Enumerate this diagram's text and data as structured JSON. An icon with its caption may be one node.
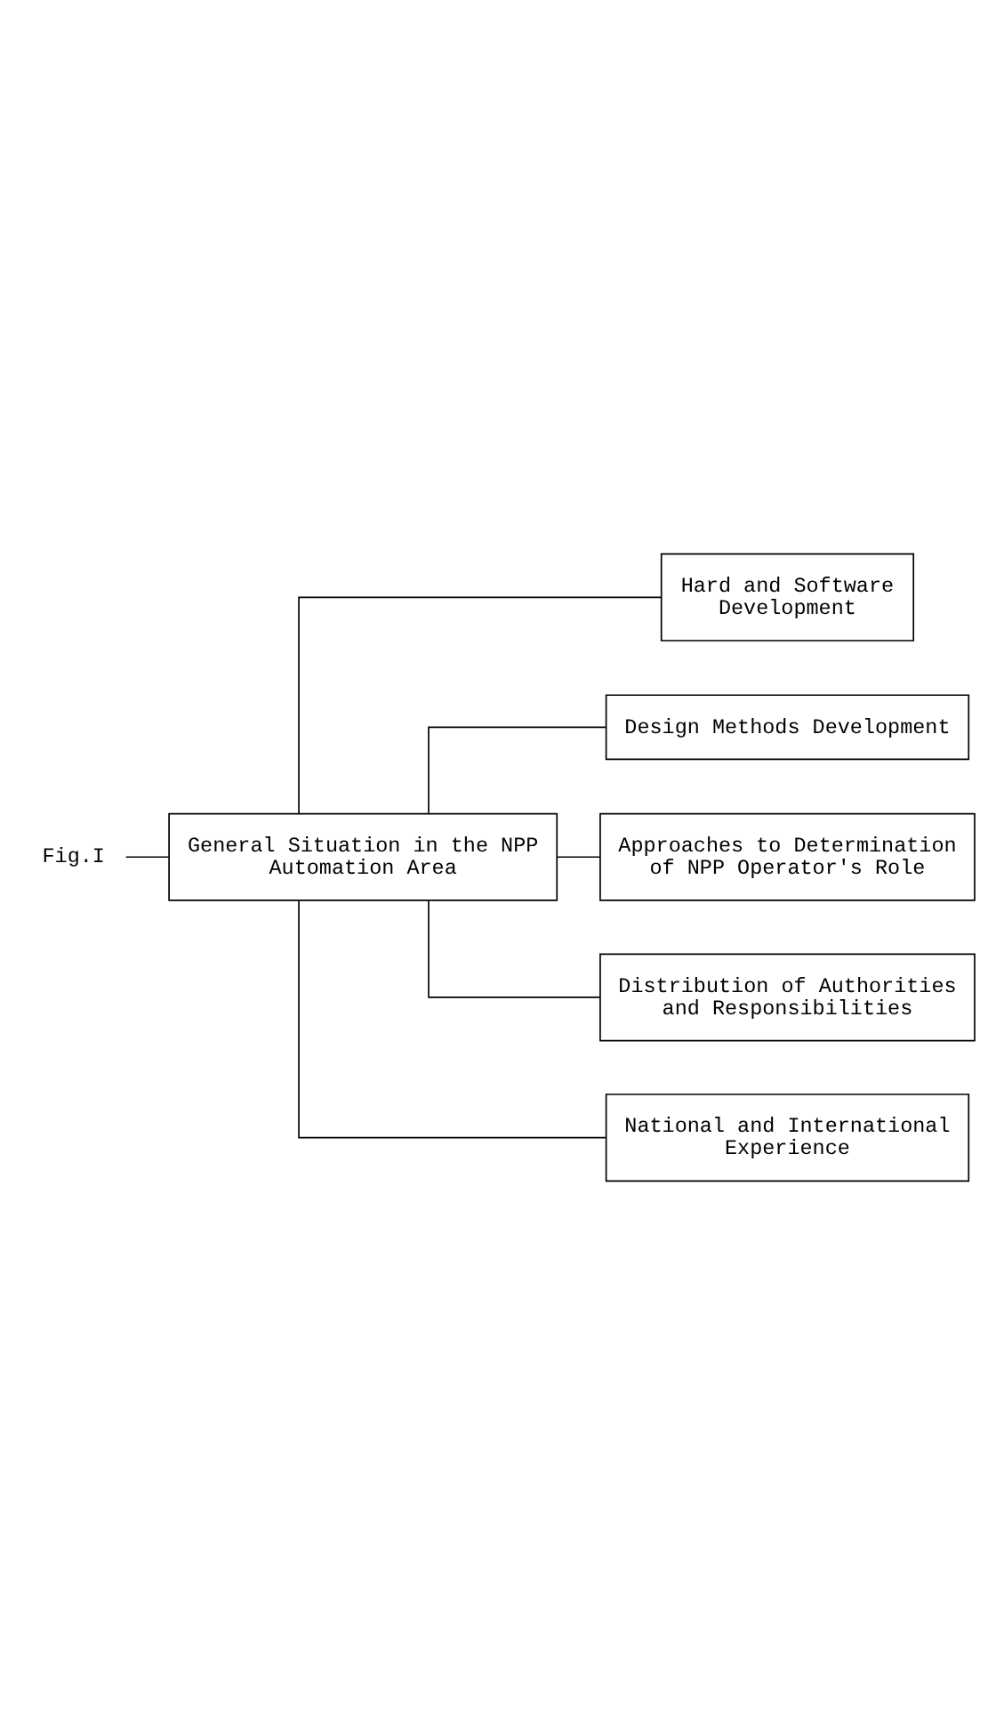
{
  "diagram": {
    "nodes": [
      {
        "text": [
          "Fig.I"
        ]
      },
      {
        "text": [
          "General Situation in the NPP Automation Area"
        ]
      },
      {
        "text": [
          "Hard and Software Development"
        ]
      },
      {
        "text": [
          "Design Methods Development"
        ]
      },
      {
        "text": [
          "Approaches to Determination of NPP Operator's Role"
        ]
      },
      {
        "text": [
          "Distribution of Authorities and Responsibilities"
        ]
      },
      {
        "text": [
          "National and International Experience"
        ]
      }
    ],
    "edges": [
      {
        "from": 0,
        "to": 1,
        "arrow": "none"
      },
      {
        "from": 1,
        "to": 2,
        "arrow": "none"
      },
      {
        "from": 1,
        "to": 3,
        "arrow": "none"
      },
      {
        "from": 1,
        "to": 4,
        "arrow": "none"
      },
      {
        "from": 1,
        "to": 5,
        "arrow": "none"
      },
      {
        "from": 1,
        "to": 6,
        "arrow": "none"
      }
    ]
  }
}
